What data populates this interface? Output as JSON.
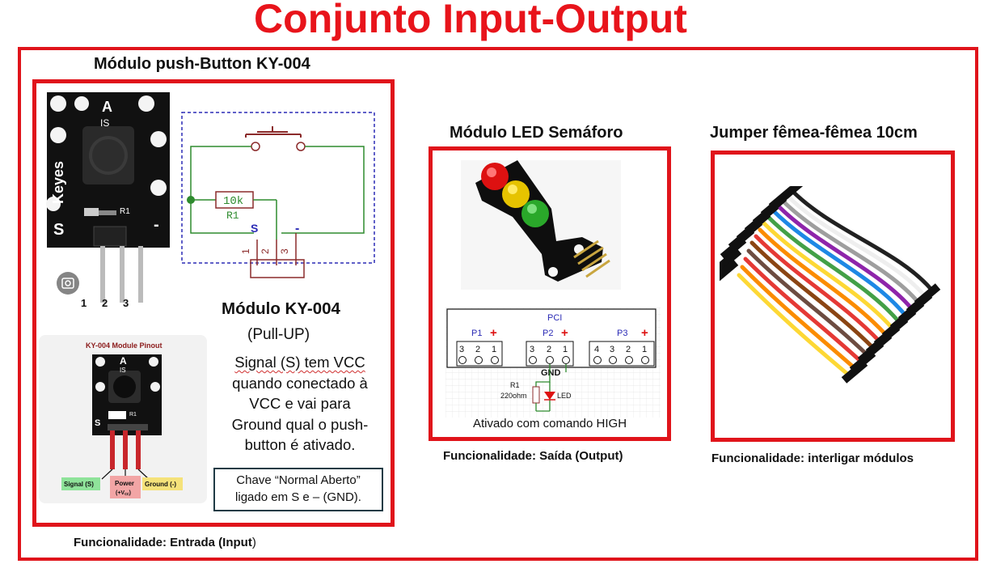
{
  "page": {
    "title": "Conjunto Input-Output"
  },
  "input_module": {
    "heading": "Módulo push-Button KY-004",
    "photo_labels": {
      "a": "A",
      "is": "IS",
      "keyes": "Keyes",
      "s": "S",
      "minus": "-",
      "r1": "R1",
      "pin1": "1",
      "pin2": "2",
      "pin3": "3"
    },
    "schematic": {
      "resistor": "10k",
      "resistor_name": "R1",
      "s_label": "S",
      "minus_label": "-",
      "pin1": "1",
      "pin2": "2",
      "pin3": "3"
    },
    "pinout": {
      "title": "KY-004 Module Pinout",
      "a": "A",
      "is": "IS",
      "s": "S",
      "r1": "R1",
      "signal": "Signal (S)",
      "power": "Power",
      "power_sub": "(+V",
      "power_sub_tail": ")",
      "power_sub_script": "cc",
      "ground": "Ground (-)"
    },
    "description_title": "Módulo KY-004",
    "description_subtitle": "(Pull-UP)",
    "description_lines": [
      "Signal (S)  tem VCC",
      "quando conectado à",
      "VCC e vai para",
      "Ground qual o push-",
      "button é ativado."
    ],
    "note_lines": [
      "Chave “Normal Aberto”",
      "ligado em S e – (GND)."
    ],
    "function": "Funcionalidade: Entrada (Input",
    "function_tail": ")"
  },
  "output_module": {
    "heading": "Módulo LED Semáforo",
    "pci_title": "PCI",
    "groups": [
      {
        "name": "P1",
        "plus": "+",
        "pins": [
          "3",
          "2",
          "1"
        ]
      },
      {
        "name": "P2",
        "plus": "+",
        "pins": [
          "3",
          "2",
          "1"
        ]
      },
      {
        "name": "P3",
        "plus": "+",
        "pins": [
          "4",
          "3",
          "2",
          "1"
        ]
      }
    ],
    "gnd": "GND",
    "r1_name": "R1",
    "r1_value": "220ohm",
    "led": "LED",
    "activation": "Ativado com comando HIGH",
    "function": "Funcionalidade: Saída (Output)"
  },
  "jumper": {
    "heading": "Jumper fêmea-fêmea 10cm",
    "function": "Funcionalidade: interligar módulos"
  },
  "colors": {
    "accent_red": "#e0141b",
    "schematic_green": "#2e8b2e",
    "schematic_blue": "#2b2bb5",
    "schematic_brown": "#8b2b2b"
  }
}
